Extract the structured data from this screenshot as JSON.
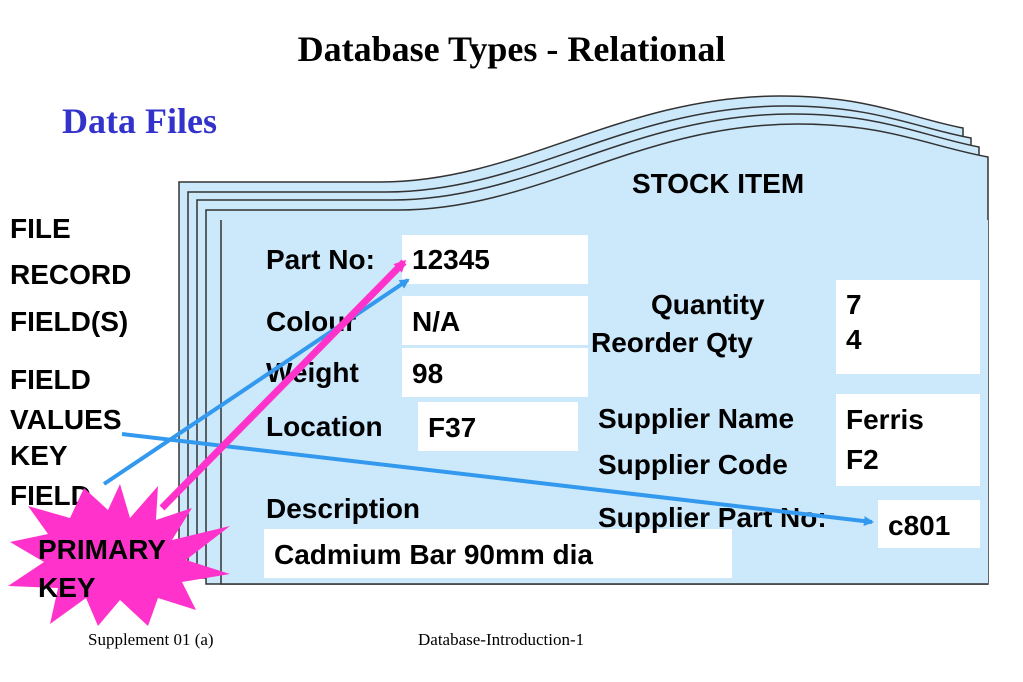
{
  "title": "Database Types - Relational",
  "subtitle": "Data Files",
  "terms": [
    "FILE",
    "RECORD",
    "FIELD(S)",
    "FIELD",
    "VALUES",
    "KEY",
    "FIELD"
  ],
  "record": {
    "heading": "STOCK ITEM",
    "part_no_label": "Part No:",
    "part_no_value": "12345",
    "colour_label": "Colour",
    "colour_value": "N/A",
    "weight_label": "Weight",
    "weight_value": "98",
    "location_label": "Location",
    "location_value": "F37",
    "description_label": "Description",
    "description_value": "Cadmium Bar 90mm dia",
    "quantity_label": "Quantity",
    "reorder_label": "Reorder Qty",
    "quantity_value": "7",
    "reorder_value": "4",
    "supplier_name_label": "Supplier Name",
    "supplier_code_label": "Supplier Code",
    "supplier_name_value": "Ferris",
    "supplier_code_value": "F2",
    "supplier_part_label": "Supplier Part No:",
    "supplier_part_value": "c801"
  },
  "burst_label_1": "PRIMARY",
  "burst_label_2": "KEY",
  "footer_left": "Supplement 01 (a)",
  "footer_center": "Database-Introduction-1",
  "colors": {
    "subtitle": "#3333cc",
    "card_fill": "#cce8fb",
    "arrow_blue": "#3399ee",
    "arrow_pink": "#ff33cc",
    "burst": "#ff33cc"
  }
}
